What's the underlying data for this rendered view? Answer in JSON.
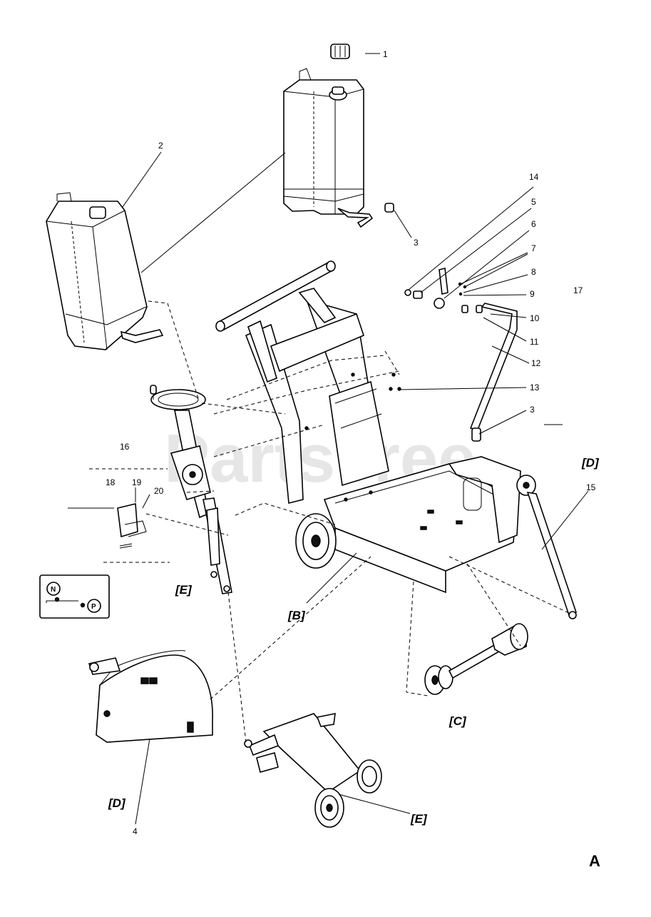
{
  "watermark": "PartsTree",
  "page_letter": "A",
  "callouts": {
    "c1": "1",
    "c2": "2",
    "c3a": "3",
    "c3b": "3",
    "c4": "4",
    "c5": "5",
    "c6": "6",
    "c7": "7",
    "c8": "8",
    "c9": "9",
    "c10": "10",
    "c11": "11",
    "c12": "12",
    "c13": "13",
    "c14": "14",
    "c15": "15",
    "c16": "16",
    "c17": "17",
    "c18": "18",
    "c19": "19",
    "c20": "20"
  },
  "section_refs": {
    "d_right": "[D]",
    "e_left": "[E]",
    "b": "[B]",
    "c": "[C]",
    "d_left": "[D]",
    "e_bottom": "[E]"
  },
  "decal": {
    "neutral": "N",
    "park": "P"
  }
}
